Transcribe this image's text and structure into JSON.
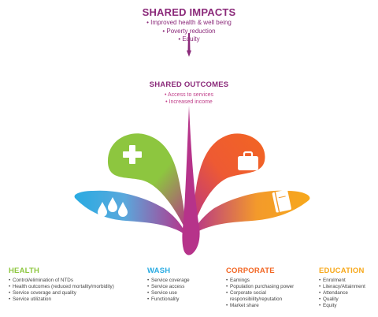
{
  "impacts": {
    "title": "SHARED IMPACTS",
    "items": [
      "Improved health & well being",
      "Poverty reduction",
      "Equity"
    ]
  },
  "outcomes": {
    "title": "SHARED OUTCOMES",
    "items": [
      "Access to services",
      "Increased income"
    ]
  },
  "icons": {
    "health": "plus-icon",
    "wash": "water-drops-icon",
    "corporate": "briefcase-icon",
    "education": "book-icon"
  },
  "colors": {
    "purple": "#8b2a7a",
    "health": "#8dc63f",
    "wash": "#29abe2",
    "corporate": "#f26522",
    "education": "#f7a81b"
  },
  "sectors": [
    {
      "key": "health",
      "title": "HEALTH",
      "items": [
        "Control/elimination of NTDs",
        "Health outcomes (reduced mortality/morbidity)",
        "Service coverage and quality",
        "Service utilization"
      ]
    },
    {
      "key": "wash",
      "title": "WASH",
      "items": [
        "Service coverage",
        "Service access",
        "Service use",
        "Functionality"
      ]
    },
    {
      "key": "corporate",
      "title": "CORPORATE",
      "items": [
        "Earnings",
        "Population purchasing power",
        "Corporate social responsibility/reputation",
        "Market share"
      ]
    },
    {
      "key": "education",
      "title": "EDUCATION",
      "items": [
        "Enrolment",
        "Literacy/Attainment",
        "Attendance",
        "Quality",
        "Equity"
      ]
    }
  ]
}
